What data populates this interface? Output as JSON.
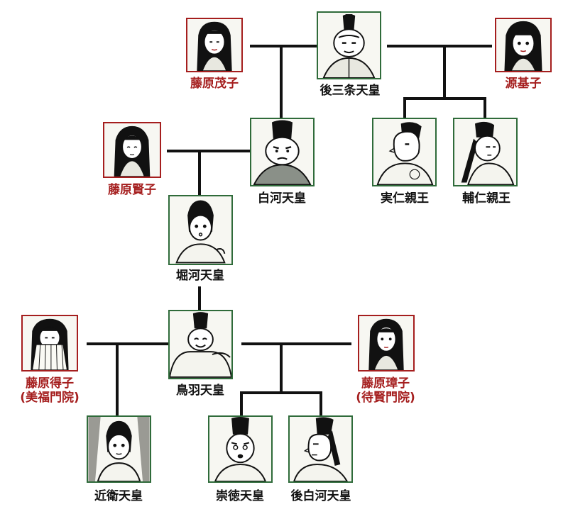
{
  "colors": {
    "male_border": "#2f6b3a",
    "female_border": "#a51e1e",
    "female_text": "#a51e1e",
    "male_text": "#111111",
    "line": "#111111"
  },
  "people": {
    "go_sanjo": {
      "name": "後三条天皇",
      "type": "emperor"
    },
    "fujiwara_shigeko": {
      "name": "藤原茂子",
      "type": "consort"
    },
    "minamoto_motoko": {
      "name": "源基子",
      "type": "consort"
    },
    "shirakawa": {
      "name": "白河天皇",
      "type": "emperor"
    },
    "sanehito": {
      "name": "実仁親王",
      "type": "prince"
    },
    "sukehito": {
      "name": "輔仁親王",
      "type": "prince"
    },
    "fujiwara_kenshi": {
      "name": "藤原賢子",
      "type": "consort"
    },
    "horikawa": {
      "name": "堀河天皇",
      "type": "emperor"
    },
    "toba": {
      "name": "鳥羽天皇",
      "type": "emperor"
    },
    "fujiwara_nariko": {
      "name": "藤原得子",
      "sub": "(美福門院)",
      "type": "consort"
    },
    "fujiwara_tamako": {
      "name": "藤原璋子",
      "sub": "(待賢門院)",
      "type": "consort"
    },
    "konoe": {
      "name": "近衛天皇",
      "type": "emperor"
    },
    "sutoku": {
      "name": "崇徳天皇",
      "type": "emperor"
    },
    "go_shirakawa": {
      "name": "後白河天皇",
      "type": "emperor"
    }
  }
}
